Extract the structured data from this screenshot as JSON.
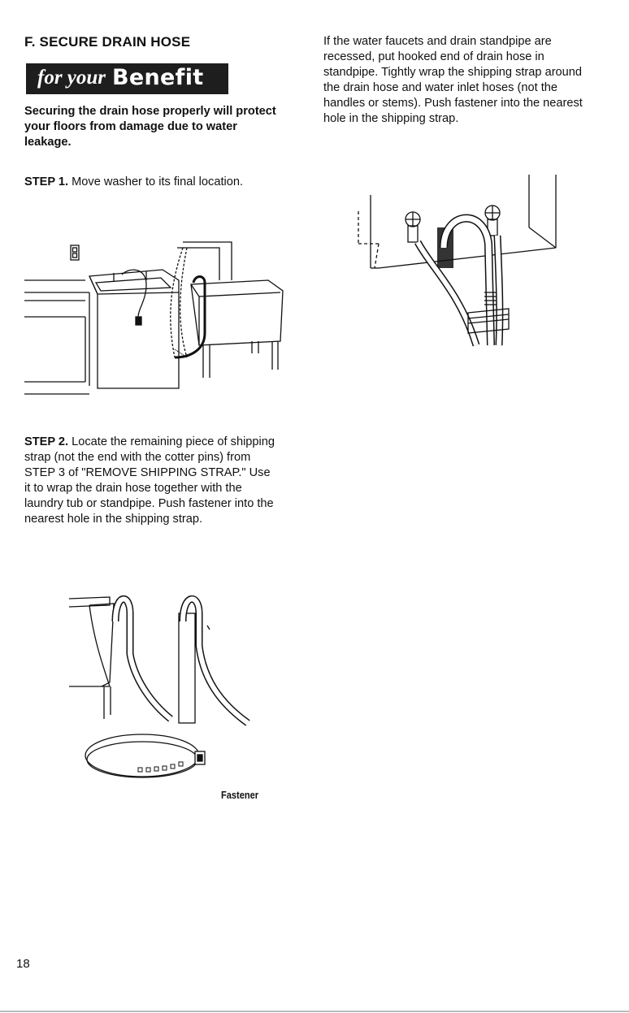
{
  "section": {
    "heading": "F. SECURE DRAIN HOSE",
    "badge_italic": "for your",
    "badge_bold": "Benefit",
    "intro": "Securing the drain hose properly will protect your floors from damage due to water leakage."
  },
  "step1": {
    "label": "STEP 1.",
    "text": " Move washer to its final location."
  },
  "step2": {
    "label": "STEP 2.",
    "text": " Locate the remaining piece of shipping strap (not the end with the cotter pins) from STEP 3 of \"REMOVE SHIPPING STRAP.\" Use it to wrap the drain hose together with the laundry tub or standpipe. Push fastener into the nearest hole in the shipping strap."
  },
  "right_column": {
    "text": "If the water faucets and drain standpipe are recessed, put hooked end of drain hose in standpipe. Tightly wrap the shipping strap around the drain hose and water inlet hoses (not the handles or stems). Push fastener into the nearest hole in the shipping strap."
  },
  "figures": {
    "fastener_label": "Fastener"
  },
  "page": {
    "number": "18"
  }
}
